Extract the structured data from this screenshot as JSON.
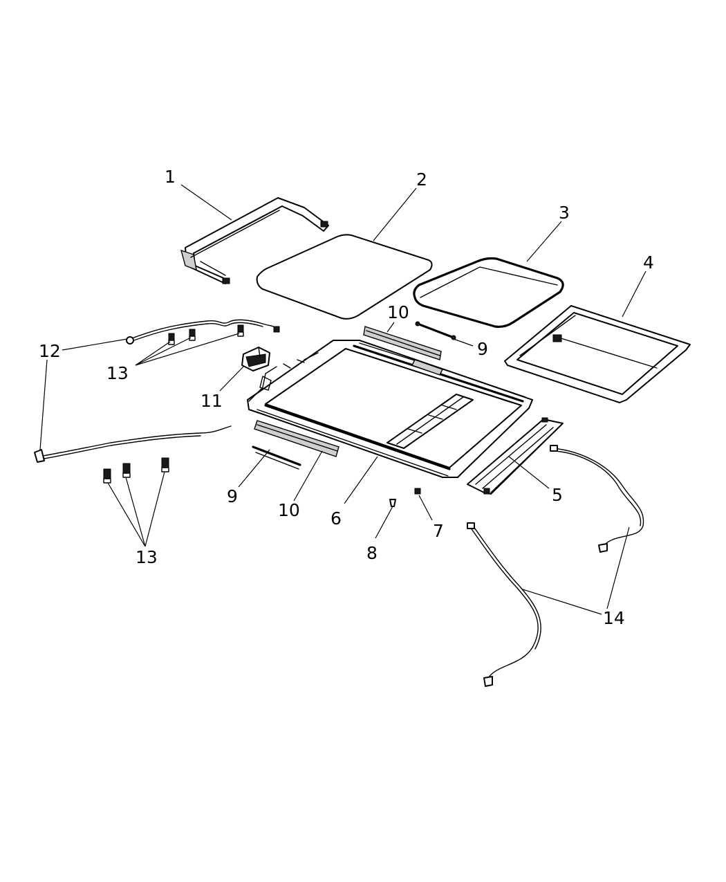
{
  "callouts": [
    {
      "id": "c1",
      "label": "1"
    },
    {
      "id": "c2",
      "label": "2"
    },
    {
      "id": "c3",
      "label": "3"
    },
    {
      "id": "c4",
      "label": "4"
    },
    {
      "id": "c5",
      "label": "5"
    },
    {
      "id": "c6",
      "label": "6"
    },
    {
      "id": "c7",
      "label": "7"
    },
    {
      "id": "c8",
      "label": "8"
    },
    {
      "id": "c9a",
      "label": "9"
    },
    {
      "id": "c9b",
      "label": "9"
    },
    {
      "id": "c10a",
      "label": "10"
    },
    {
      "id": "c10b",
      "label": "10"
    },
    {
      "id": "c11",
      "label": "11"
    },
    {
      "id": "c12",
      "label": "12"
    },
    {
      "id": "c13a",
      "label": "13"
    },
    {
      "id": "c13b",
      "label": "13"
    },
    {
      "id": "c14",
      "label": "14"
    }
  ]
}
